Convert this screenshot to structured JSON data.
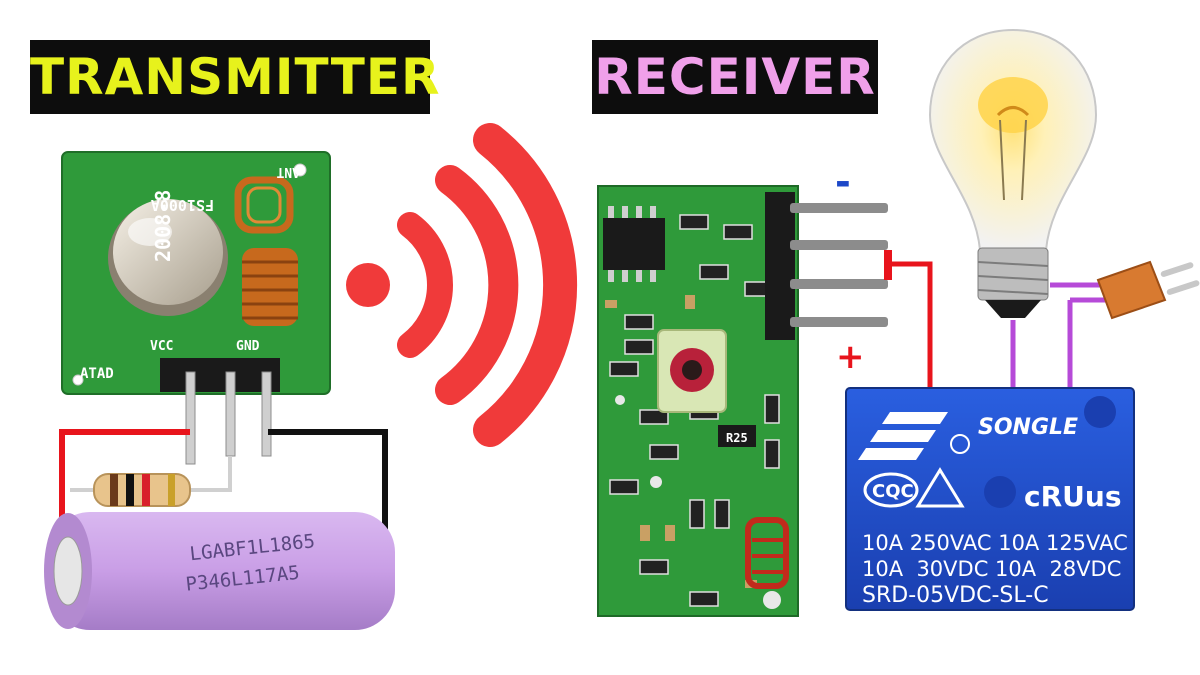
{
  "titles": {
    "transmitter": "TRANSMITTER",
    "receiver": "RECEIVER"
  },
  "transmitter_module": {
    "model": "FS1000A",
    "date": "2008-8",
    "ant": "ANT",
    "pins": [
      "ATAD",
      "VCC",
      "GND"
    ]
  },
  "battery": {
    "line1": "LGABF1L1865",
    "line2": "P346L117A5"
  },
  "receiver_module": {
    "polarity_minus": "-",
    "polarity_plus": "+",
    "component_label": "R25"
  },
  "relay": {
    "brand": "SONGLE",
    "cert1": "CQC",
    "cert2": "cRUus",
    "rating1": "10A 250VAC 10A 125VAC",
    "rating2": "10A  30VDC 10A  28VDC",
    "model": "SRD-05VDC-SL-C"
  },
  "colors": {
    "tx_title": "#e7f21c",
    "rx_title": "#f0a0ea",
    "signal": "#f03a3a",
    "pcb": "#2f9a3a",
    "relay": "#1f4fc9",
    "battery": "#c99ee6",
    "wire_red": "#e8141c",
    "wire_purple": "#b64ad8"
  }
}
